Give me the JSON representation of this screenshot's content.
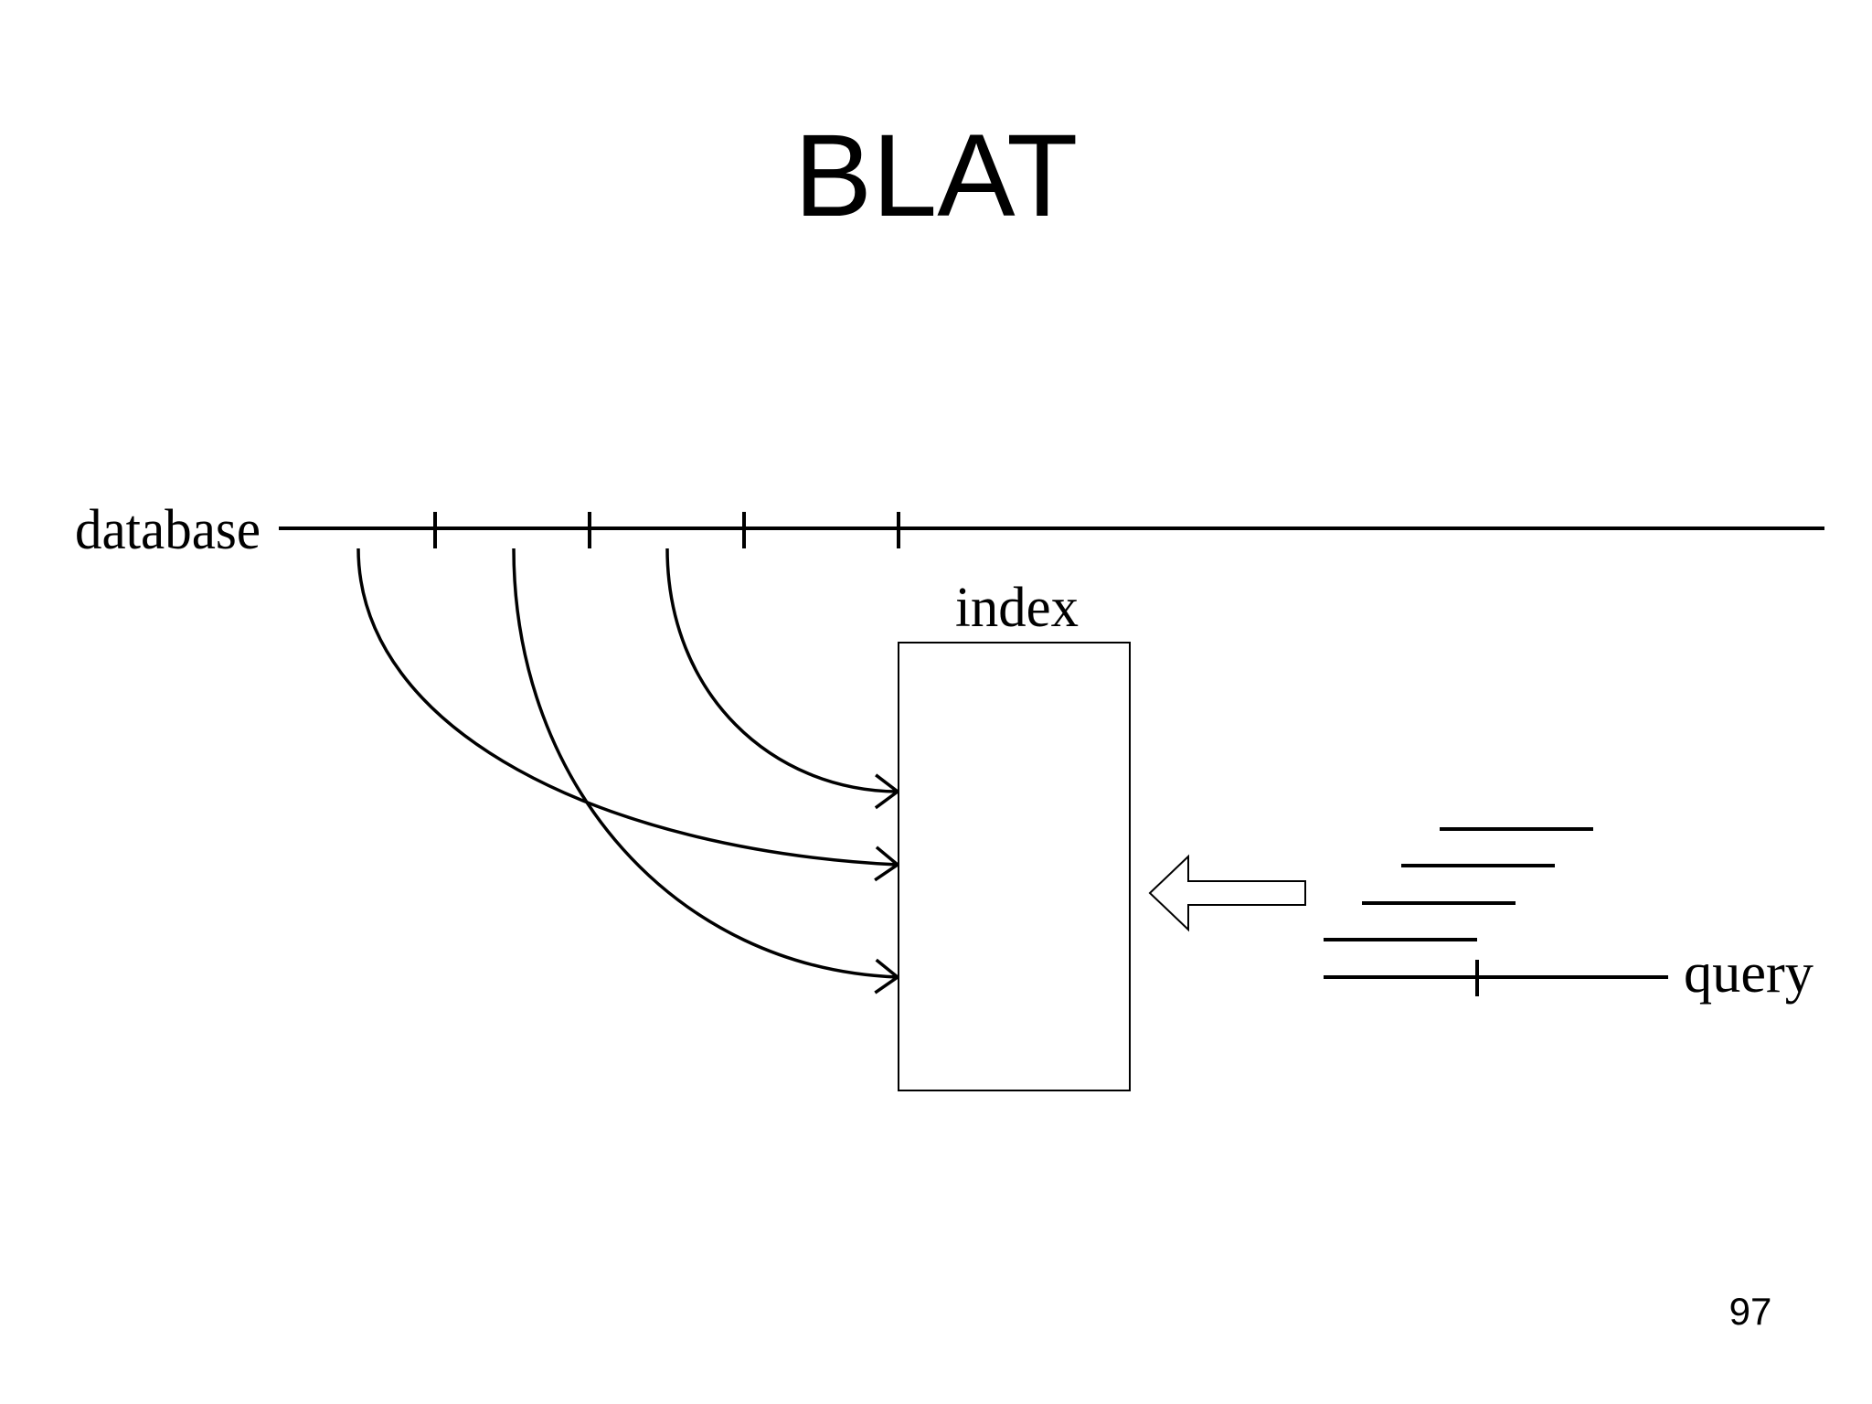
{
  "title": "BLAT",
  "page_number": "97",
  "diagram": {
    "labels": {
      "database": "database",
      "index": "index",
      "query": "query"
    },
    "colors": {
      "stroke": "#000000",
      "background": "#ffffff"
    },
    "icons": {
      "lookup_arrow": "hollow-left-arrow-icon"
    }
  }
}
